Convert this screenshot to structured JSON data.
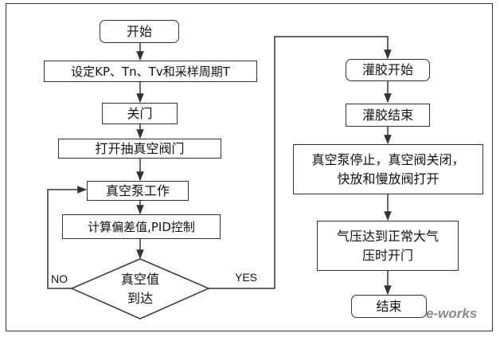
{
  "nodes": {
    "start": "开始",
    "set_params": "设定KP、Tn、Tv和采样周期T",
    "close_door": "关门",
    "open_valve": "打开抽真空阀门",
    "pump_work": "真空泵工作",
    "pid": "计算偏差值,PID控制",
    "decision_line1": "真空值",
    "decision_line2": "到达",
    "glue_start": "灌胶开始",
    "glue_end": "灌胶结束",
    "stop_line1": "真空泵停止，真空阀关闭，",
    "stop_line2": "快放和慢放阀打开",
    "pressure_line1": "气压达到正常大气",
    "pressure_line2": "压时开门",
    "end": "结束"
  },
  "edges": {
    "no_label": "NO",
    "yes_label": "YES"
  },
  "watermark": "e-works",
  "colors": {
    "line": "#333333",
    "watermark": "#8a8a8a"
  }
}
